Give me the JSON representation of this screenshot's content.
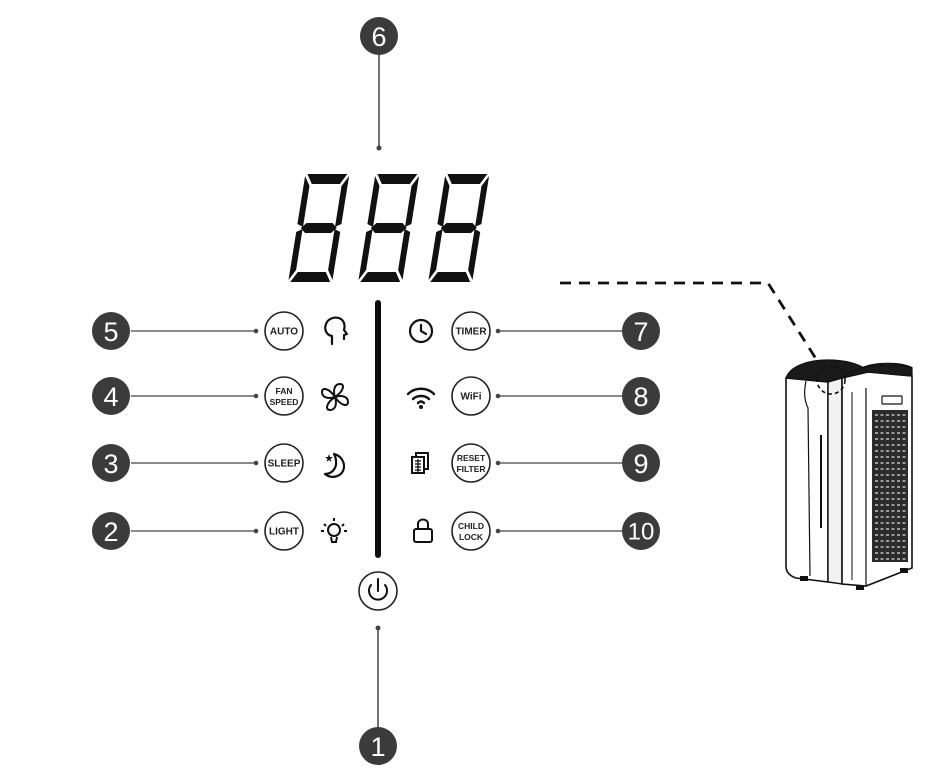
{
  "callouts": [
    "1",
    "2",
    "3",
    "4",
    "5",
    "6",
    "7",
    "8",
    "9",
    "10"
  ],
  "buttons": {
    "auto": "AUTO",
    "fan_speed": [
      "FAN",
      "SPEED"
    ],
    "sleep": "SLEEP",
    "light": "LIGHT",
    "timer": "TIMER",
    "wifi": "WiFi",
    "reset_filter": [
      "RESET",
      "FILTER"
    ],
    "child_lock": [
      "CHILD",
      "LOCK"
    ]
  },
  "display": {
    "digits": "888"
  },
  "icons": [
    "power-icon",
    "auto-mode-icon",
    "fan-icon",
    "moon-icon",
    "bulb-icon",
    "clock-icon",
    "wifi-icon",
    "filter-icon",
    "lock-icon"
  ],
  "colors": {
    "callout_fill": "#3b3b3b",
    "line": "#444444",
    "digit_fill": "#111111"
  }
}
